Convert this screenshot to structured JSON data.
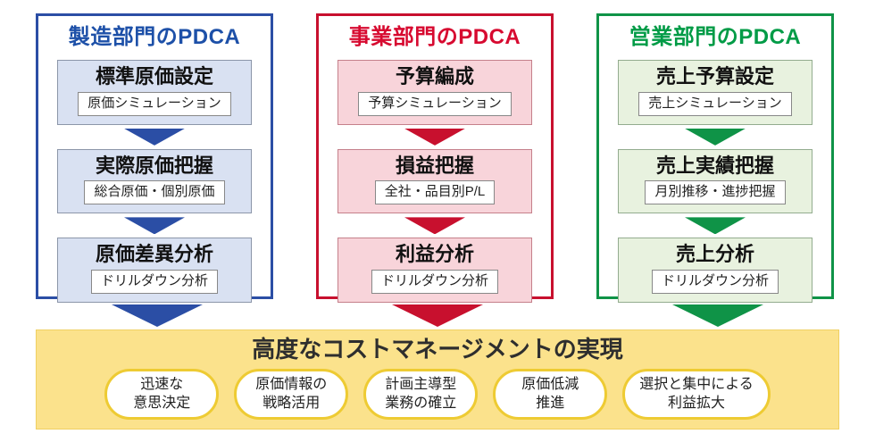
{
  "palette": {
    "manufacturing_accent": "#2B4EA5",
    "manufacturing_fill": "#D9E1F2",
    "business_accent": "#C8102E",
    "business_fill": "#F8D4DA",
    "sales_accent": "#0F9347",
    "sales_fill": "#E8F2DF",
    "goal_background": "#FBE28C",
    "pill_border": "#EECB33"
  },
  "columns": [
    {
      "id": "manufacturing",
      "title": "製造部門のPDCA",
      "steps": [
        {
          "title": "標準原価設定",
          "detail": "原価シミュレーション"
        },
        {
          "title": "実際原価把握",
          "detail": "総合原価・個別原価"
        },
        {
          "title": "原価差異分析",
          "detail": "ドリルダウン分析"
        }
      ]
    },
    {
      "id": "business",
      "title": "事業部門のPDCA",
      "steps": [
        {
          "title": "予算編成",
          "detail": "予算シミュレーション"
        },
        {
          "title": "損益把握",
          "detail": "全社・品目別P/L"
        },
        {
          "title": "利益分析",
          "detail": "ドリルダウン分析"
        }
      ]
    },
    {
      "id": "sales",
      "title": "営業部門のPDCA",
      "steps": [
        {
          "title": "売上予算設定",
          "detail": "売上シミュレーション"
        },
        {
          "title": "売上実績把握",
          "detail": "月別推移・進捗把握"
        },
        {
          "title": "売上分析",
          "detail": "ドリルダウン分析"
        }
      ]
    }
  ],
  "goal": {
    "title": "高度なコストマネージメントの実現",
    "pills": [
      {
        "line1": "迅速な",
        "line2": "意思決定"
      },
      {
        "line1": "原価情報の",
        "line2": "戦略活用"
      },
      {
        "line1": "計画主導型",
        "line2": "業務の確立"
      },
      {
        "line1": "原価低減",
        "line2": "推進"
      },
      {
        "line1": "選択と集中による",
        "line2": "利益拡大"
      }
    ]
  }
}
